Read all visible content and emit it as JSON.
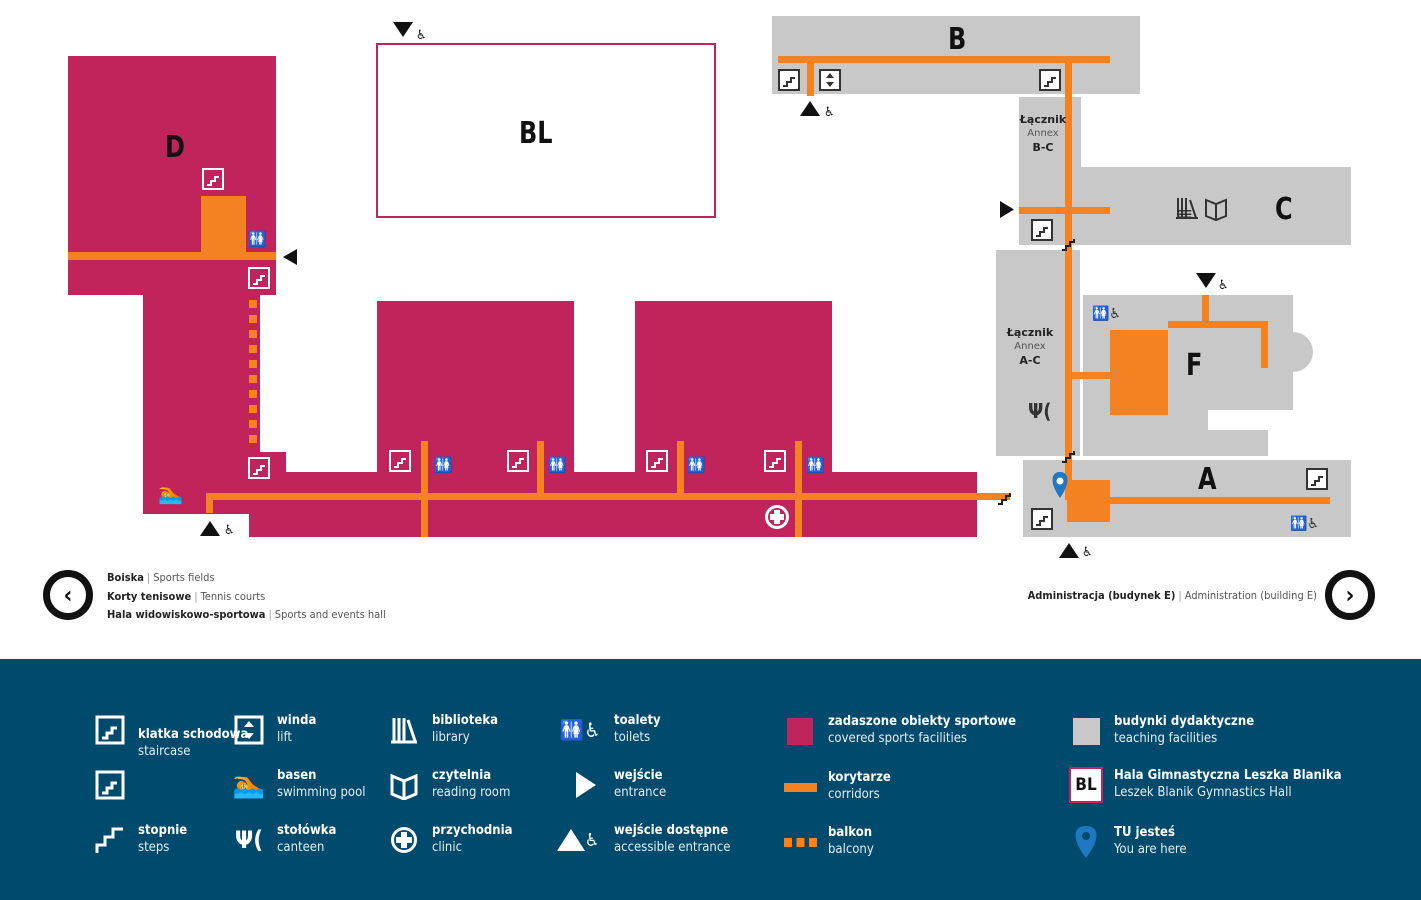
{
  "buildings": {
    "D": "D",
    "BL": "BL",
    "B": "B",
    "C": "C",
    "F": "F",
    "A": "A"
  },
  "annex_bc": {
    "pl": "Łącznik",
    "en": "Annex",
    "code": "B-C"
  },
  "annex_ac": {
    "pl": "Łącznik",
    "en": "Annex",
    "code": "A-C"
  },
  "left_nav": {
    "items": [
      {
        "pl": "Boiska",
        "en": "Sports fields"
      },
      {
        "pl": "Korty tenisowe",
        "en": "Tennis courts"
      },
      {
        "pl": "Hala widowiskowo-sportowa",
        "en": "Sports and events hall"
      }
    ],
    "icon": "arrow-left-circle-icon"
  },
  "right_nav": {
    "pl": "Administracja (budynek E)",
    "en": "Administration (building E)",
    "icon": "arrow-right-circle-icon"
  },
  "legend": {
    "staircase": {
      "pl": "klatka schodowa",
      "en": "staircase"
    },
    "steps": {
      "pl": "stopnie",
      "en": "steps"
    },
    "lift": {
      "pl": "winda",
      "en": "lift"
    },
    "pool": {
      "pl": "basen",
      "en": "swimming pool"
    },
    "canteen": {
      "pl": "stołówka",
      "en": "canteen"
    },
    "library": {
      "pl": "biblioteka",
      "en": "library"
    },
    "reading": {
      "pl": "czytelnia",
      "en": "reading room"
    },
    "clinic": {
      "pl": "przychodnia",
      "en": "clinic"
    },
    "toilets": {
      "pl": "toalety",
      "en": "toilets"
    },
    "entrance": {
      "pl": "wejście",
      "en": "entrance"
    },
    "accessible": {
      "pl": "wejście dostępne",
      "en": "accessible entrance"
    },
    "sports": {
      "pl": "zadaszone obiekty sportowe",
      "en": "covered sports facilities"
    },
    "corridors": {
      "pl": "korytarze",
      "en": "corridors"
    },
    "balcony": {
      "pl": "balkon",
      "en": "balcony"
    },
    "teaching": {
      "pl": "budynki dydaktyczne",
      "en": "teaching facilities"
    },
    "gym": {
      "badge": "BL",
      "pl": "Hala Gimnastyczna Leszka Blanika",
      "en": "Leszek Blanik Gymnastics Hall"
    },
    "here": {
      "pl": "TU jesteś",
      "en": "You are here"
    }
  },
  "colors": {
    "sports": "#c0245a",
    "teaching": "#c8c8c9",
    "corridor": "#f58220",
    "legend_bg": "#004a6e",
    "marker": "#1f78c1"
  }
}
